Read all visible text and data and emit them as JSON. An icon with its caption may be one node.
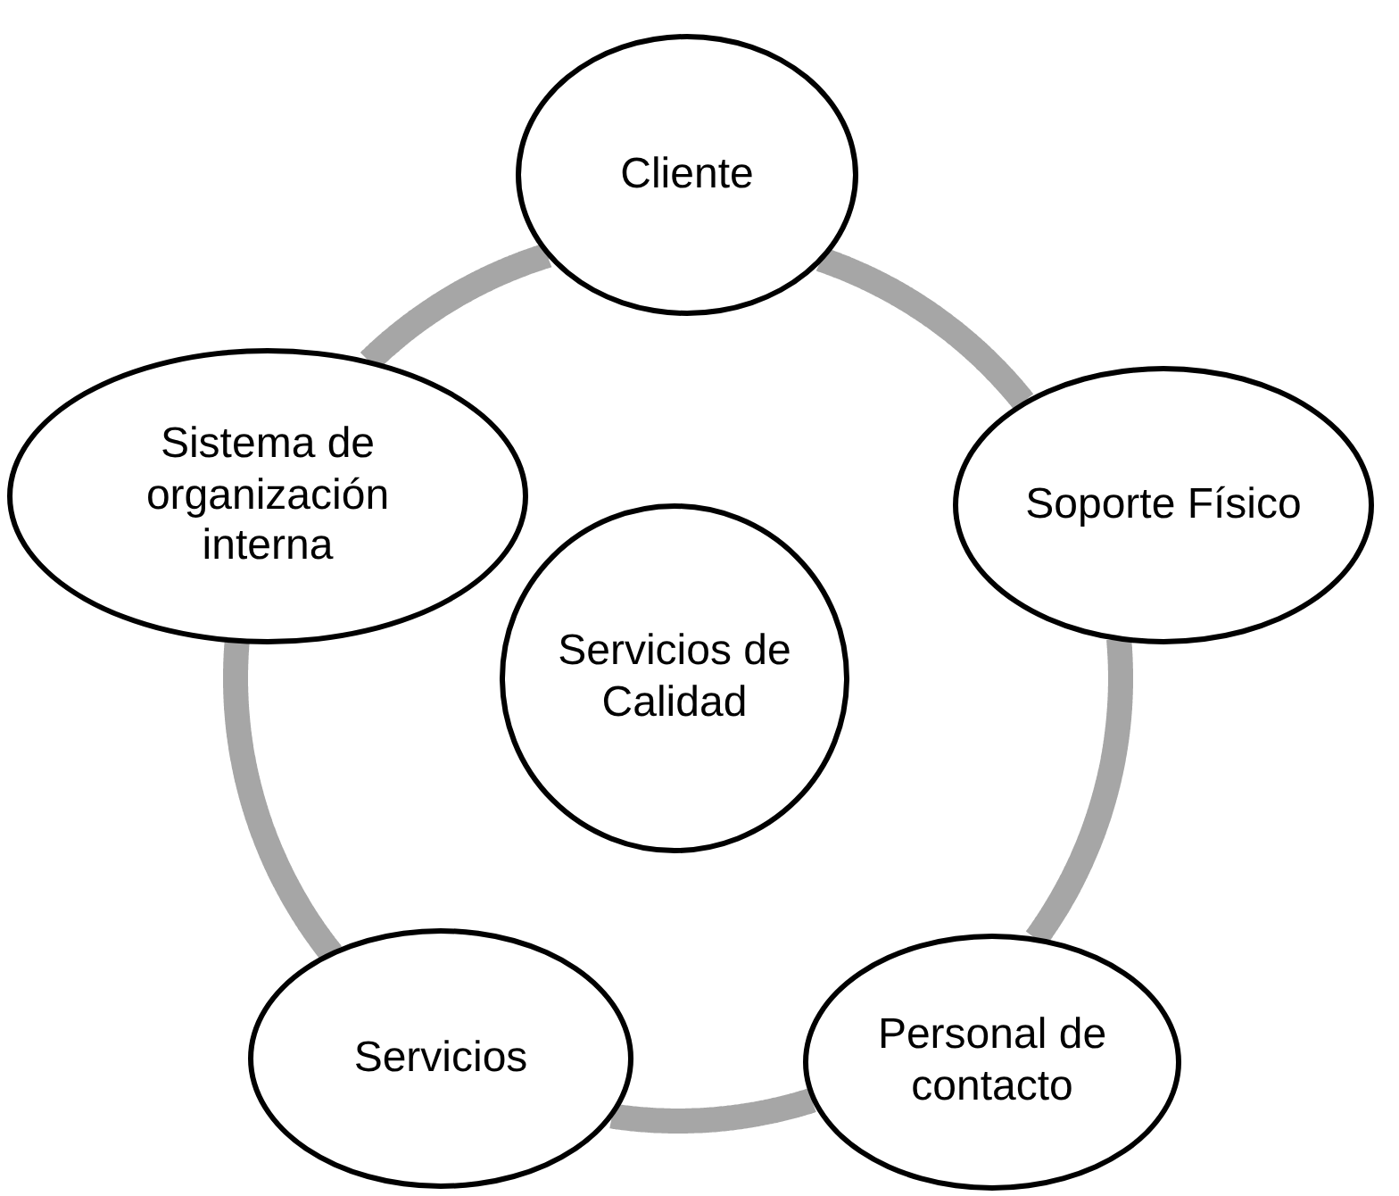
{
  "diagram": {
    "nodes": [
      {
        "text": [
          "Cliente"
        ]
      },
      {
        "text": [
          "Sistema de organización interna"
        ]
      },
      {
        "text": [
          "Soporte Físico"
        ]
      },
      {
        "text": [
          "Servicios de Calidad"
        ]
      },
      {
        "text": [
          "Servicios"
        ]
      },
      {
        "text": [
          "Personal de contacto"
        ]
      }
    ],
    "edges": [
      {
        "from": 0,
        "to": 2,
        "arrow": "none"
      },
      {
        "from": 2,
        "to": 5,
        "arrow": "none"
      },
      {
        "from": 5,
        "to": 4,
        "arrow": "none"
      },
      {
        "from": 4,
        "to": 1,
        "arrow": "none"
      },
      {
        "from": 1,
        "to": 0,
        "arrow": "none"
      }
    ]
  }
}
